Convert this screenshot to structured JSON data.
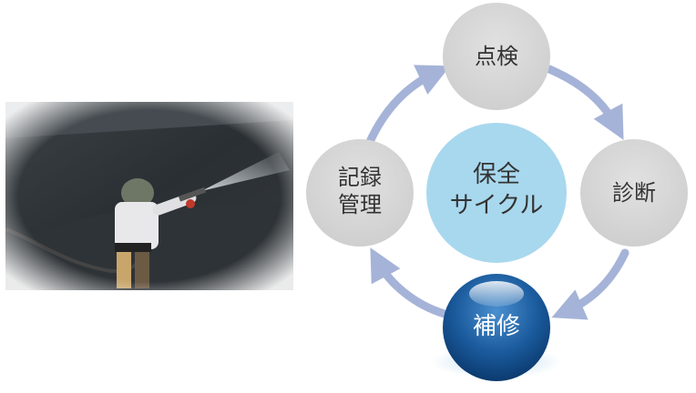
{
  "center": {
    "line1": "保全",
    "line2": "サイクル"
  },
  "nodes": {
    "inspection": "点検",
    "diagnosis": "診断",
    "repair": "補修",
    "records_line1": "記録",
    "records_line2": "管理"
  },
  "photo": {
    "subject": "worker-with-spray-nozzle"
  },
  "colors": {
    "node_gray": "#d6d6d6",
    "center_blue": "#a8d8ee",
    "repair_blue": "#1a5a9c",
    "arrow": "#a5b3d8",
    "text": "#333333"
  }
}
